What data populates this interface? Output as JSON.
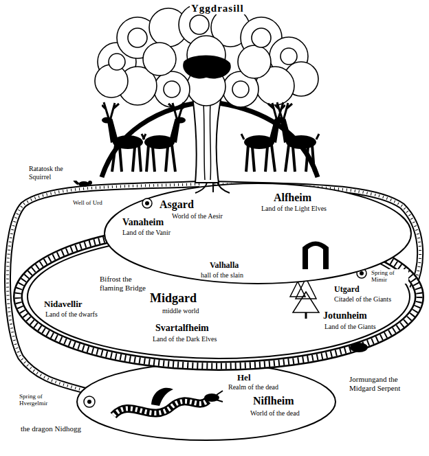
{
  "diagram": {
    "title": "Yggdrasill",
    "nodes": [
      {
        "text": [
          "Asgard",
          "World of the Aesir",
          "Alfheim",
          "Land of the Light Elves",
          "Vanaheim",
          "Land of the Vanir",
          "Valhalla",
          "hall of the slain"
        ]
      },
      {
        "text": [
          "Bifrost the flaming Bridge",
          "Midgard",
          "middle world",
          "Utgard",
          "Citadel of the Giants",
          "Jotunheim",
          "Land of the Giants",
          "Nidavellir",
          "Land of the dwarfs",
          "Svartalfheim",
          "Land of the Dark Elves"
        ]
      },
      {
        "text": [
          "Hel",
          "Realm of the dead",
          "Niflheim",
          "World of the dead"
        ]
      }
    ],
    "labels": [
      "Ratatosk the Squirrel",
      "Well of Urd",
      "Spring of Mimir",
      "Jormungand the Midgard Serpent",
      "Spring of Hvergelmir",
      "the dragon Nidhogg"
    ]
  }
}
